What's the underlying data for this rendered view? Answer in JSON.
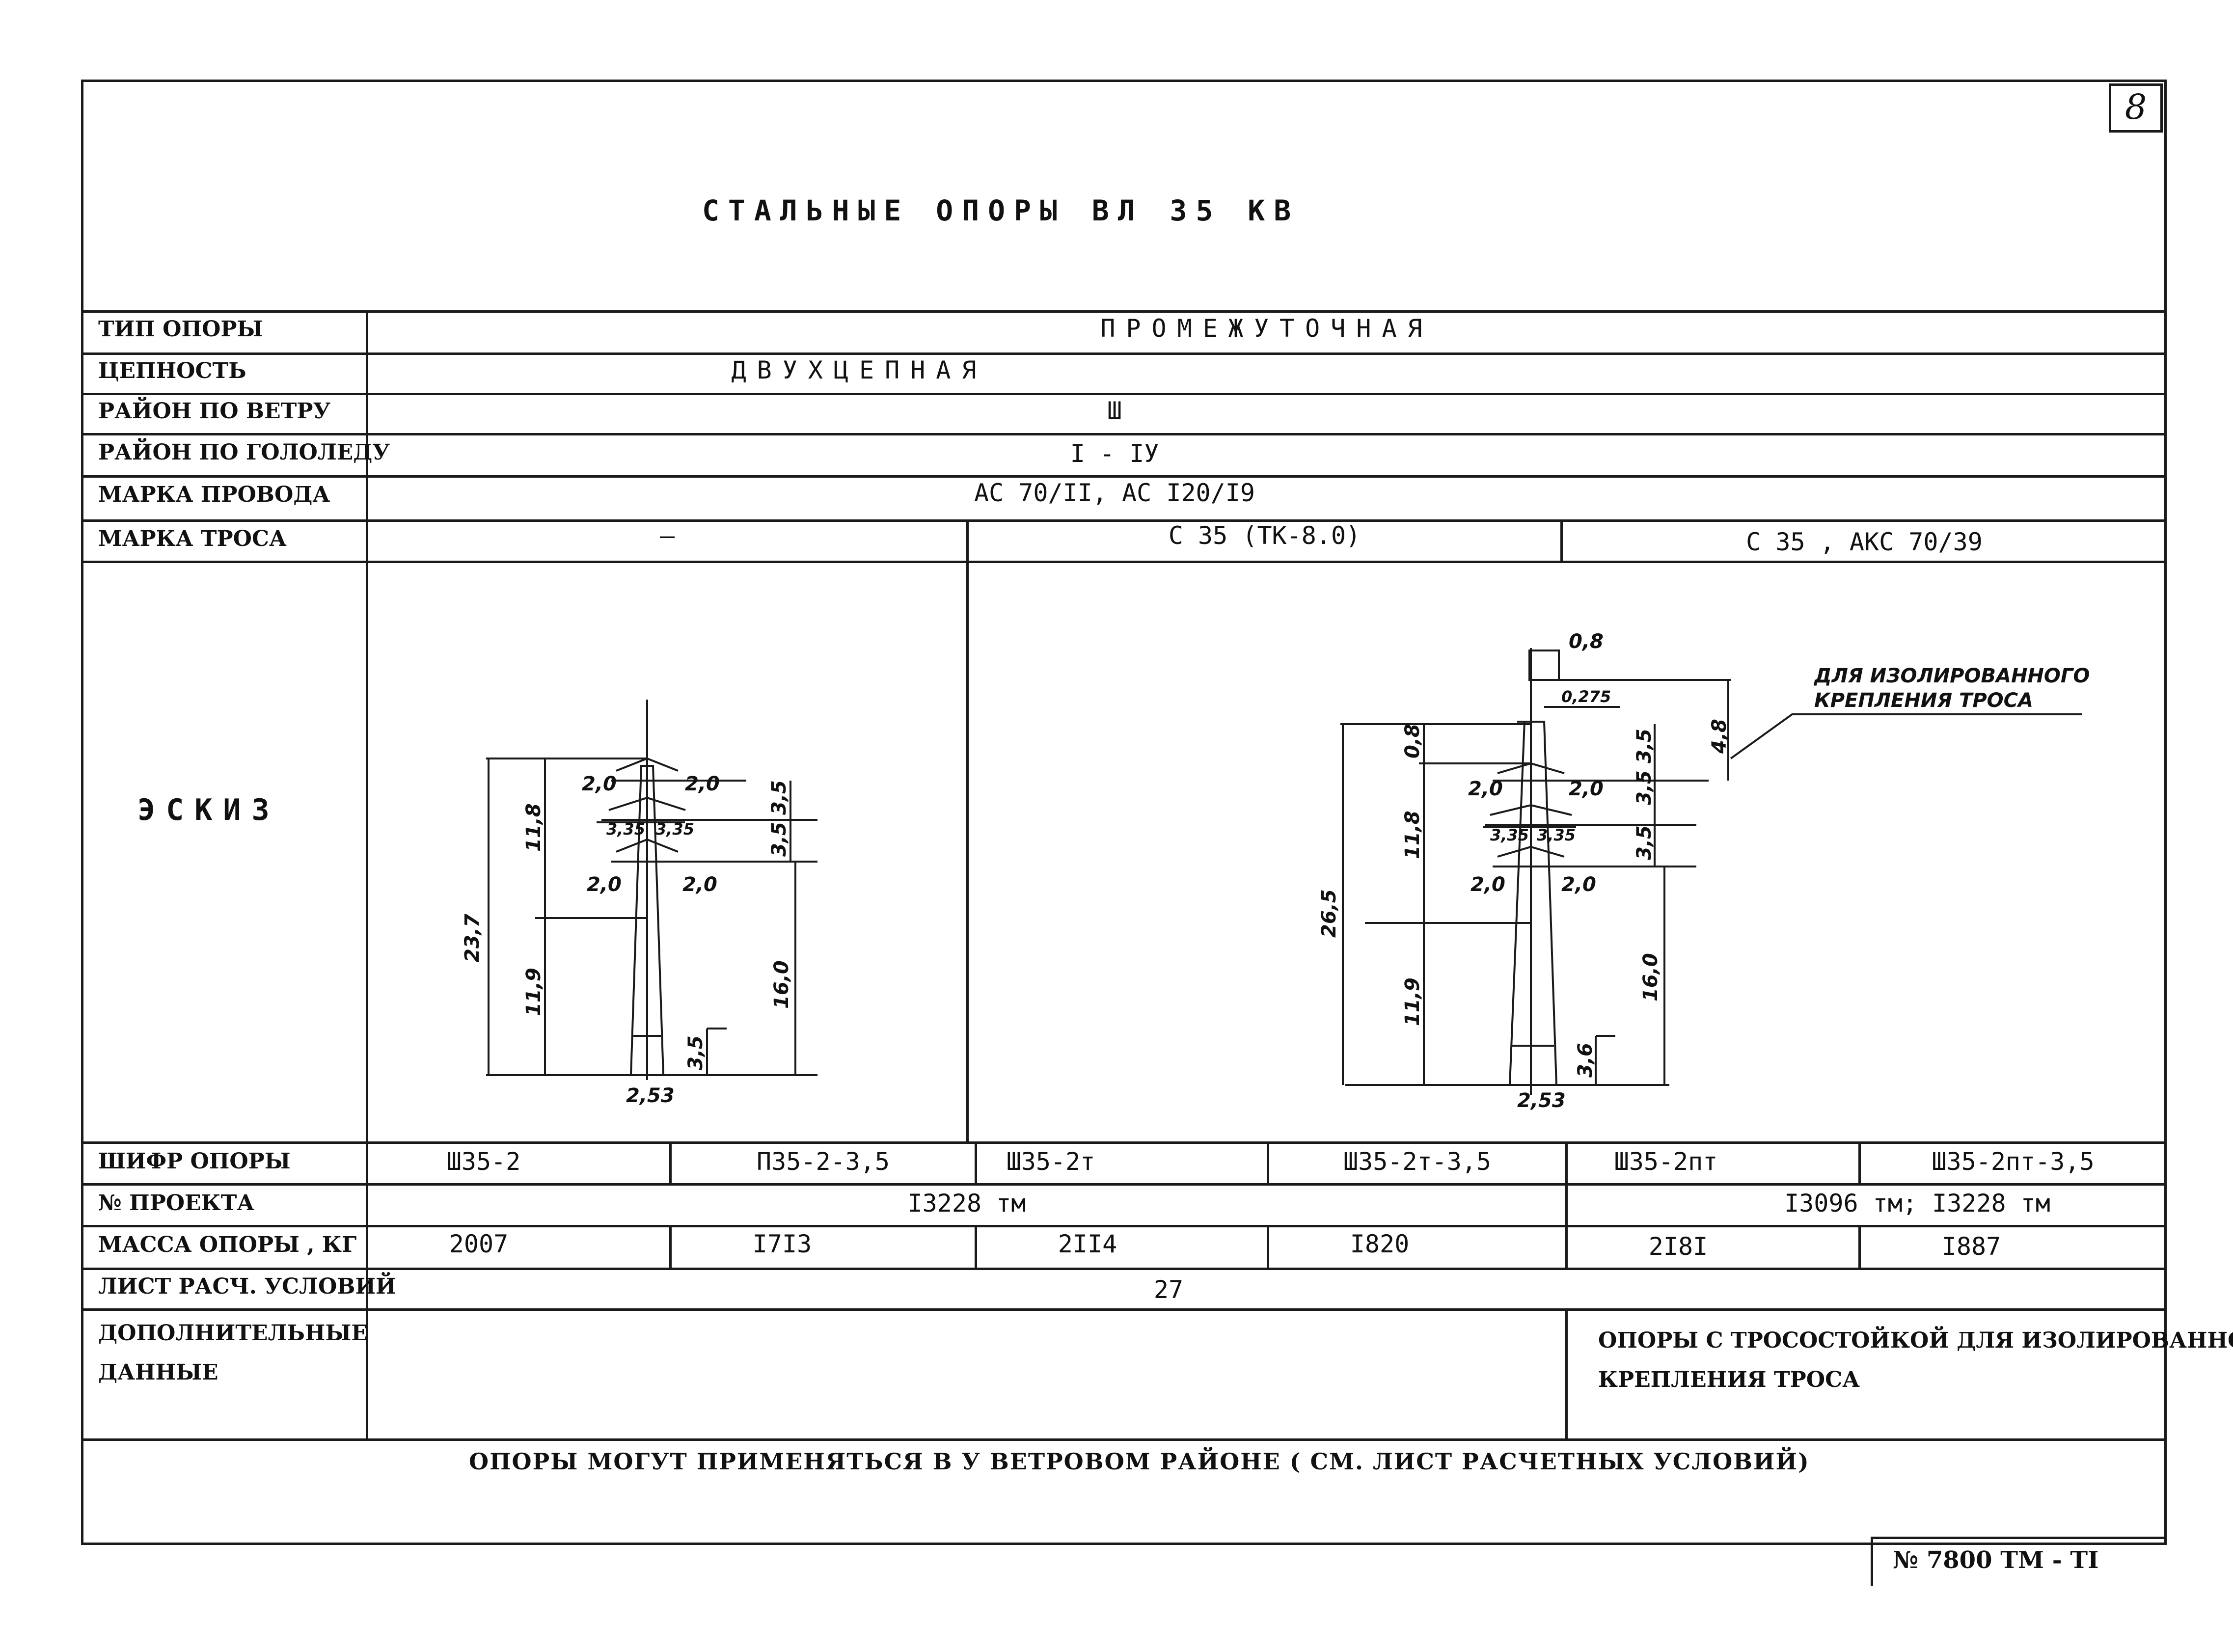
{
  "page_number": "8",
  "title": "СТАЛЬНЫЕ ОПОРЫ ВЛ 35 КВ",
  "rows": {
    "type": {
      "label": "ТИП ОПОРЫ",
      "value": "ПРОМЕЖУТОЧНАЯ"
    },
    "circuit": {
      "label": "ЦЕПНОСТЬ",
      "value": "ДВУХЦЕПНАЯ"
    },
    "wind": {
      "label": "РАЙОН ПО ВЕТРУ",
      "value": "Ш"
    },
    "ice": {
      "label": "РАЙОН ПО ГОЛОЛЕДУ",
      "value": "I - IУ"
    },
    "wire": {
      "label": "МАРКА ПРОВОДА",
      "value": "АС 70/II, АС I20/I9"
    },
    "cable": {
      "label": "МАРКА ТРОСА",
      "values": [
        "—",
        "С 35 (ТК-8.0)",
        "С 35 , АКС 70/39"
      ]
    },
    "sketch": {
      "label": "ЭСКИЗ"
    },
    "code": {
      "label": "ШИФР ОПОРЫ",
      "values": [
        "Ш35-2",
        "П35-2-3,5",
        "Ш35-2т",
        "Ш35-2т-3,5",
        "Ш35-2пт",
        "Ш35-2пт-3,5"
      ]
    },
    "project": {
      "label": "№ ПРОЕКТА",
      "values": [
        "I3228 тм",
        "I3096 тм; I3228 тм"
      ]
    },
    "mass": {
      "label": "МАССА ОПОРЫ , КГ",
      "values": [
        "2007",
        "I7I3",
        "2II4",
        "I820",
        "2I8I",
        "I887"
      ]
    },
    "sheet": {
      "label": "ЛИСТ РАСЧ. УСЛОВИЙ",
      "value": "27"
    },
    "extra": {
      "label_line1": "ДОПОЛНИТЕЛЬНЫЕ",
      "label_line2": "ДАННЫЕ",
      "note_line1": "ОПОРЫ С ТРОСОСТОЙКОЙ ДЛЯ ИЗОЛИРОВАННОГО",
      "note_line2": "КРЕПЛЕНИЯ ТРОСА"
    }
  },
  "footer_note": "ОПОРЫ МОГУТ ПРИМЕНЯТЬСЯ В У ВЕТРОВОМ РАЙОНЕ ( СМ. ЛИСТ РАСЧЕТНЫХ УСЛОВИЙ)",
  "doc_number": "№ 7800 ТМ - ТI",
  "sketch_left": {
    "dims": [
      "2,0",
      "2,0",
      "3,35",
      "3,35",
      "2,0",
      "2,0",
      "11,8",
      "23,7",
      "11,9",
      "3,5",
      "3,5",
      "16,0",
      "3,5",
      "2,53"
    ]
  },
  "sketch_right": {
    "dims": [
      "0,8",
      "0,275",
      "0,8",
      "3,5",
      "4,8",
      "2,0",
      "2,0",
      "3,5",
      "3,35",
      "3,35",
      "3,5",
      "2,0",
      "2,0",
      "11,8",
      "26,5",
      "11,9",
      "16,0",
      "3,6",
      "2,53"
    ],
    "callout_line1": "ДЛЯ ИЗОЛИРОВАННОГО",
    "callout_line2": "КРЕПЛЕНИЯ ТРОСА"
  }
}
